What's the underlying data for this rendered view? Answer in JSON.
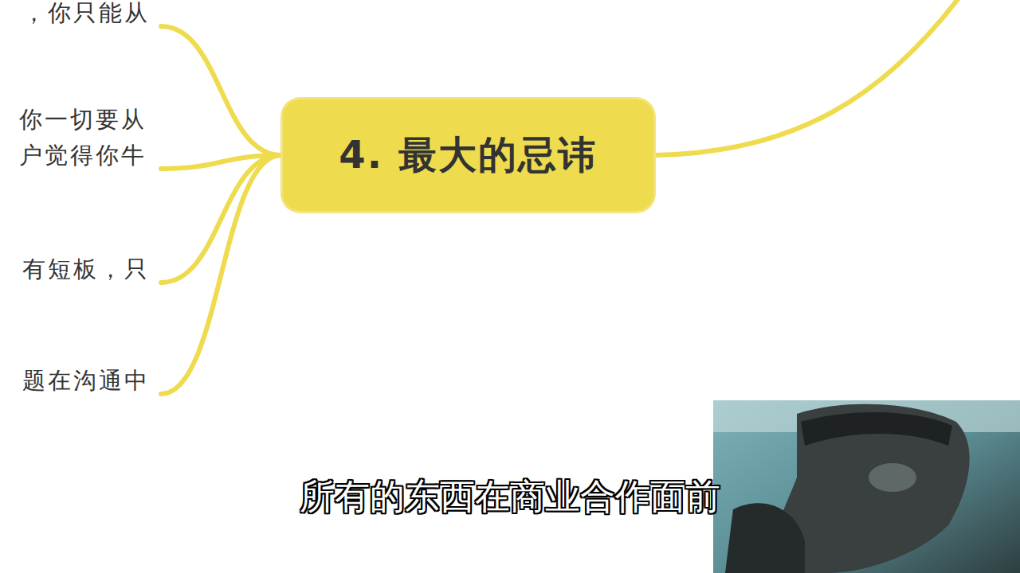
{
  "diagram": {
    "nodes": [
      {
        "text": [
          "4. 最大的忌讳"
        ]
      },
      {
        "text": [
          "，你只能从"
        ]
      },
      {
        "text": [
          "你一切要从 户觉得你牛"
        ]
      },
      {
        "text": [
          "有短板，只"
        ]
      },
      {
        "text": [
          "题在沟通中"
        ]
      }
    ],
    "edges": [
      {
        "from": 0,
        "to": 1,
        "arrow": "none"
      },
      {
        "from": 0,
        "to": 2,
        "arrow": "none"
      },
      {
        "from": 0,
        "to": 3,
        "arrow": "none"
      },
      {
        "from": 0,
        "to": 4,
        "arrow": "none"
      }
    ],
    "labels": [
      "所有的东西在商业合作面前"
    ]
  }
}
